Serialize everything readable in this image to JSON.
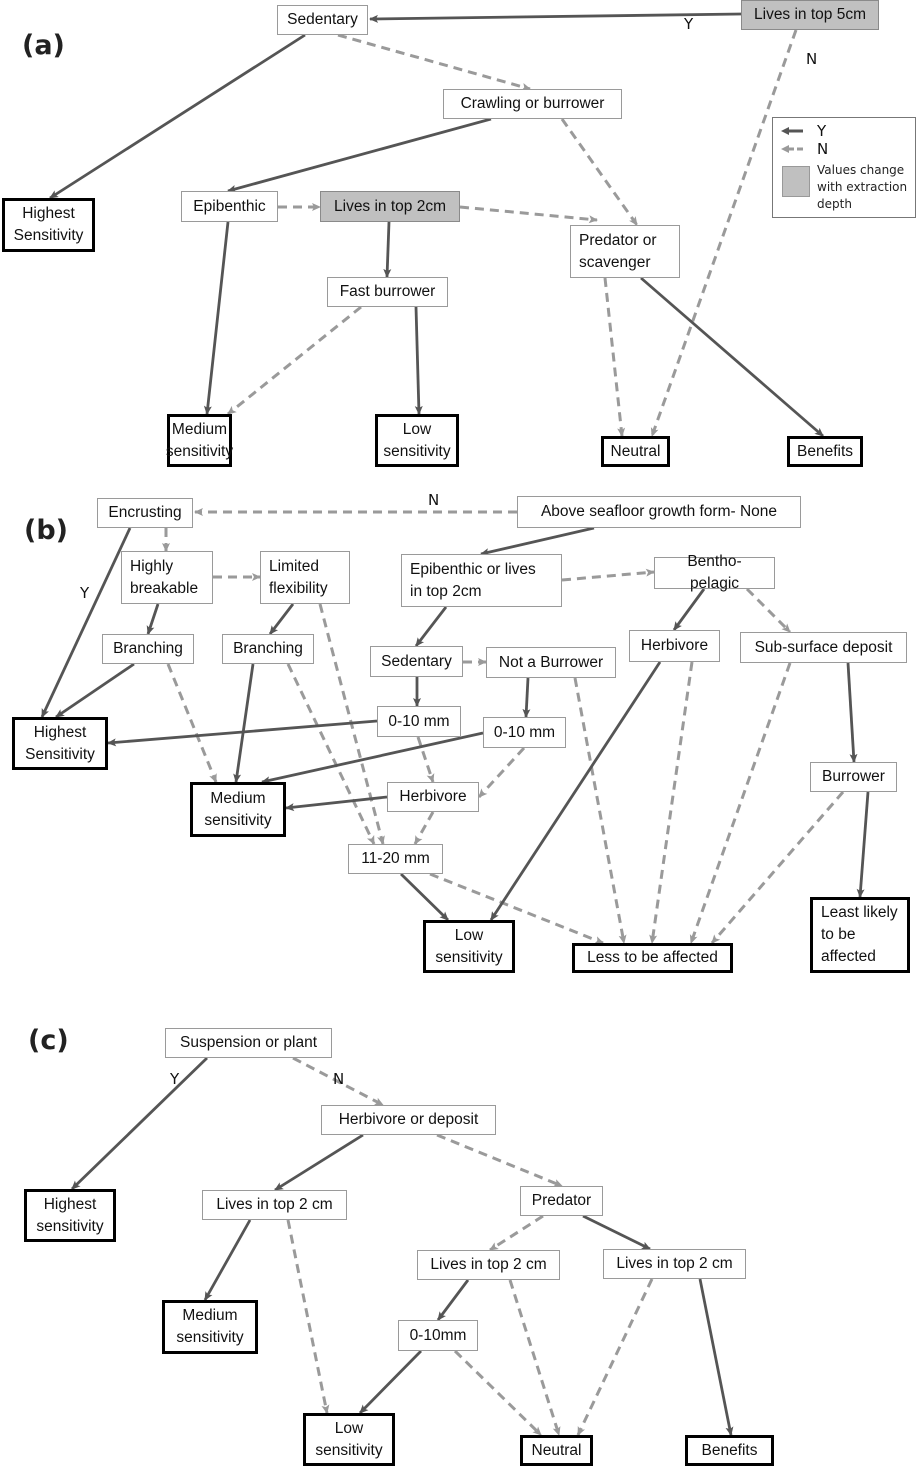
{
  "figure": {
    "colors": {
      "yes_edge": "#555555",
      "no_edge": "#9a9a9a",
      "gray_node": "#c0c0c0"
    },
    "legend": {
      "yes_label": "Y",
      "no_label": "N",
      "swatch_label": "Values change\nwith extraction\ndepth"
    },
    "panels": [
      {
        "id": "a",
        "label": "(a)",
        "nodes": [
          {
            "id": "a_sedentary",
            "text": "Sedentary",
            "style": "normal"
          },
          {
            "id": "a_top5",
            "text": "Lives in top 5cm",
            "style": "gray"
          },
          {
            "id": "a_crawling",
            "text": "Crawling or burrower",
            "style": "normal"
          },
          {
            "id": "a_highest",
            "text": "Highest\nSensitivity",
            "style": "terminal"
          },
          {
            "id": "a_epibenthic",
            "text": "Epibenthic",
            "style": "normal"
          },
          {
            "id": "a_top2",
            "text": "Lives in top 2cm",
            "style": "gray"
          },
          {
            "id": "a_predator",
            "text": "Predator or\nscavenger",
            "style": "normal"
          },
          {
            "id": "a_fast",
            "text": "Fast burrower",
            "style": "normal"
          },
          {
            "id": "a_medium",
            "text": "Medium\nsensitivity",
            "style": "terminal"
          },
          {
            "id": "a_low",
            "text": "Low\nsensitivity",
            "style": "terminal"
          },
          {
            "id": "a_neutral",
            "text": "Neutral",
            "style": "terminal"
          },
          {
            "id": "a_benefits",
            "text": "Benefits",
            "style": "terminal"
          }
        ],
        "edges": [
          {
            "from": "a_top5",
            "to": "a_sedentary",
            "type": "Y",
            "label": "Y"
          },
          {
            "from": "a_top5",
            "to": "a_neutral",
            "type": "N",
            "label": "N"
          },
          {
            "from": "a_sedentary",
            "to": "a_highest",
            "type": "Y"
          },
          {
            "from": "a_sedentary",
            "to": "a_crawling",
            "type": "N"
          },
          {
            "from": "a_crawling",
            "to": "a_epibenthic",
            "type": "Y"
          },
          {
            "from": "a_crawling",
            "to": "a_predator",
            "type": "N"
          },
          {
            "from": "a_epibenthic",
            "to": "a_top2",
            "type": "N"
          },
          {
            "from": "a_epibenthic",
            "to": "a_medium",
            "type": "Y"
          },
          {
            "from": "a_top2",
            "to": "a_fast",
            "type": "Y"
          },
          {
            "from": "a_top2",
            "to": "a_predator",
            "type": "N"
          },
          {
            "from": "a_fast",
            "to": "a_medium",
            "type": "N"
          },
          {
            "from": "a_fast",
            "to": "a_low",
            "type": "Y"
          },
          {
            "from": "a_predator",
            "to": "a_neutral",
            "type": "N"
          },
          {
            "from": "a_predator",
            "to": "a_benefits",
            "type": "Y"
          }
        ]
      },
      {
        "id": "b",
        "label": "(b)",
        "nodes": [
          {
            "id": "b_encrusting",
            "text": "Encrusting",
            "style": "normal"
          },
          {
            "id": "b_above",
            "text": "Above seafloor growth form- None",
            "style": "normal"
          },
          {
            "id": "b_breakable",
            "text": "Highly\nbreakable",
            "style": "normal"
          },
          {
            "id": "b_limited",
            "text": "Limited\nflexibility",
            "style": "normal"
          },
          {
            "id": "b_epi",
            "text": "Epibenthic or lives\nin top 2cm",
            "style": "normal"
          },
          {
            "id": "b_bentho",
            "text": "Bentho-pelagic",
            "style": "normal"
          },
          {
            "id": "b_branch1",
            "text": "Branching",
            "style": "normal"
          },
          {
            "id": "b_branch2",
            "text": "Branching",
            "style": "normal"
          },
          {
            "id": "b_sedentary",
            "text": "Sedentary",
            "style": "normal"
          },
          {
            "id": "b_notburrower",
            "text": "Not a Burrower",
            "style": "normal"
          },
          {
            "id": "b_herb1",
            "text": "Herbivore",
            "style": "normal"
          },
          {
            "id": "b_subsurface",
            "text": "Sub-surface deposit",
            "style": "normal"
          },
          {
            "id": "b_highest",
            "text": "Highest\nSensitivity",
            "style": "terminal"
          },
          {
            "id": "b_mm1",
            "text": "0-10 mm",
            "style": "normal"
          },
          {
            "id": "b_mm2",
            "text": "0-10 mm",
            "style": "normal"
          },
          {
            "id": "b_medium",
            "text": "Medium\nsensitivity",
            "style": "terminal"
          },
          {
            "id": "b_herb2",
            "text": "Herbivore",
            "style": "normal"
          },
          {
            "id": "b_mm3",
            "text": "11-20 mm",
            "style": "normal"
          },
          {
            "id": "b_burrower",
            "text": "Burrower",
            "style": "normal"
          },
          {
            "id": "b_low",
            "text": "Low\nsensitivity",
            "style": "terminal"
          },
          {
            "id": "b_less",
            "text": "Less to be affected",
            "style": "terminal"
          },
          {
            "id": "b_least",
            "text": "Least likely\nto be\naffected",
            "style": "terminal"
          }
        ],
        "edges": [
          {
            "from": "b_above",
            "to": "b_encrusting",
            "type": "N",
            "label": "N"
          },
          {
            "from": "b_above",
            "to": "b_epi",
            "type": "Y"
          },
          {
            "from": "b_encrusting",
            "to": "b_highest",
            "type": "Y",
            "label": "Y"
          },
          {
            "from": "b_encrusting",
            "to": "b_breakable",
            "type": "N"
          },
          {
            "from": "b_breakable",
            "to": "b_limited",
            "type": "N"
          },
          {
            "from": "b_breakable",
            "to": "b_branch1",
            "type": "Y"
          },
          {
            "from": "b_limited",
            "to": "b_branch2",
            "type": "Y"
          },
          {
            "from": "b_limited",
            "to": "b_mm3",
            "type": "N"
          },
          {
            "from": "b_branch1",
            "to": "b_highest",
            "type": "Y"
          },
          {
            "from": "b_branch1",
            "to": "b_medium",
            "type": "N"
          },
          {
            "from": "b_branch2",
            "to": "b_medium",
            "type": "Y"
          },
          {
            "from": "b_branch2",
            "to": "b_mm3",
            "type": "N"
          },
          {
            "from": "b_epi",
            "to": "b_sedentary",
            "type": "Y"
          },
          {
            "from": "b_epi",
            "to": "b_bentho",
            "type": "N"
          },
          {
            "from": "b_sedentary",
            "to": "b_notburrower",
            "type": "N"
          },
          {
            "from": "b_sedentary",
            "to": "b_mm1",
            "type": "Y"
          },
          {
            "from": "b_notburrower",
            "to": "b_mm2",
            "type": "Y"
          },
          {
            "from": "b_notburrower",
            "to": "b_less",
            "type": "N"
          },
          {
            "from": "b_mm1",
            "to": "b_highest",
            "type": "Y"
          },
          {
            "from": "b_mm1",
            "to": "b_herb2",
            "type": "N"
          },
          {
            "from": "b_mm2",
            "to": "b_medium",
            "type": "Y"
          },
          {
            "from": "b_mm2",
            "to": "b_herb2",
            "type": "N"
          },
          {
            "from": "b_herb2",
            "to": "b_medium",
            "type": "Y"
          },
          {
            "from": "b_herb2",
            "to": "b_mm3",
            "type": "N"
          },
          {
            "from": "b_mm3",
            "to": "b_low",
            "type": "Y"
          },
          {
            "from": "b_mm3",
            "to": "b_less",
            "type": "N"
          },
          {
            "from": "b_bentho",
            "to": "b_herb1",
            "type": "Y"
          },
          {
            "from": "b_bentho",
            "to": "b_subsurface",
            "type": "N"
          },
          {
            "from": "b_herb1",
            "to": "b_low",
            "type": "Y"
          },
          {
            "from": "b_herb1",
            "to": "b_less",
            "type": "N"
          },
          {
            "from": "b_subsurface",
            "to": "b_burrower",
            "type": "Y"
          },
          {
            "from": "b_subsurface",
            "to": "b_less",
            "type": "N"
          },
          {
            "from": "b_burrower",
            "to": "b_least",
            "type": "Y"
          },
          {
            "from": "b_burrower",
            "to": "b_less",
            "type": "N"
          }
        ]
      },
      {
        "id": "c",
        "label": "(c)",
        "nodes": [
          {
            "id": "c_suspension",
            "text": "Suspension or plant",
            "style": "normal"
          },
          {
            "id": "c_herbdep",
            "text": "Herbivore or deposit",
            "style": "normal"
          },
          {
            "id": "c_highest",
            "text": "Highest\nsensitivity",
            "style": "terminal"
          },
          {
            "id": "c_top2a",
            "text": "Lives in top 2 cm",
            "style": "normal"
          },
          {
            "id": "c_predator",
            "text": "Predator",
            "style": "normal"
          },
          {
            "id": "c_top2b",
            "text": "Lives in top 2 cm",
            "style": "normal"
          },
          {
            "id": "c_top2c",
            "text": "Lives in top 2 cm",
            "style": "normal"
          },
          {
            "id": "c_mm",
            "text": "0-10mm",
            "style": "normal"
          },
          {
            "id": "c_medium",
            "text": "Medium\nsensitivity",
            "style": "terminal"
          },
          {
            "id": "c_low",
            "text": "Low\nsensitivity",
            "style": "terminal"
          },
          {
            "id": "c_neutral",
            "text": "Neutral",
            "style": "terminal"
          },
          {
            "id": "c_benefits",
            "text": "Benefits",
            "style": "terminal"
          }
        ],
        "edges": [
          {
            "from": "c_suspension",
            "to": "c_highest",
            "type": "Y",
            "label": "Y"
          },
          {
            "from": "c_suspension",
            "to": "c_herbdep",
            "type": "N",
            "label": "N"
          },
          {
            "from": "c_herbdep",
            "to": "c_top2a",
            "type": "Y"
          },
          {
            "from": "c_herbdep",
            "to": "c_predator",
            "type": "N"
          },
          {
            "from": "c_top2a",
            "to": "c_medium",
            "type": "Y"
          },
          {
            "from": "c_top2a",
            "to": "c_low",
            "type": "N"
          },
          {
            "from": "c_predator",
            "to": "c_top2b",
            "type": "N"
          },
          {
            "from": "c_predator",
            "to": "c_top2c",
            "type": "Y"
          },
          {
            "from": "c_top2b",
            "to": "c_mm",
            "type": "Y"
          },
          {
            "from": "c_top2b",
            "to": "c_neutral",
            "type": "N"
          },
          {
            "from": "c_mm",
            "to": "c_low",
            "type": "Y"
          },
          {
            "from": "c_mm",
            "to": "c_neutral",
            "type": "N"
          },
          {
            "from": "c_top2c",
            "to": "c_neutral",
            "type": "N"
          },
          {
            "from": "c_top2c",
            "to": "c_benefits",
            "type": "Y"
          }
        ]
      }
    ]
  }
}
